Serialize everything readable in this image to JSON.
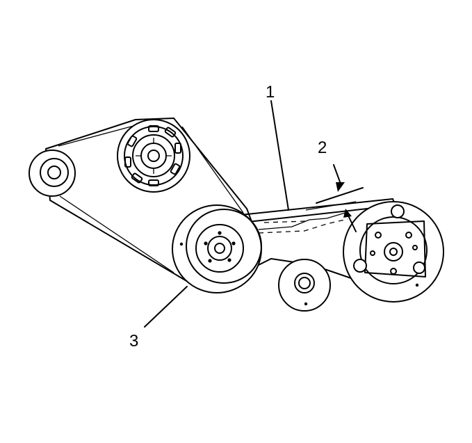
{
  "diagram": {
    "callouts": [
      {
        "id": "belt",
        "label": "1"
      },
      {
        "id": "routing-arrow",
        "label": "2"
      },
      {
        "id": "crankshaft-pulley",
        "label": "3"
      }
    ]
  }
}
